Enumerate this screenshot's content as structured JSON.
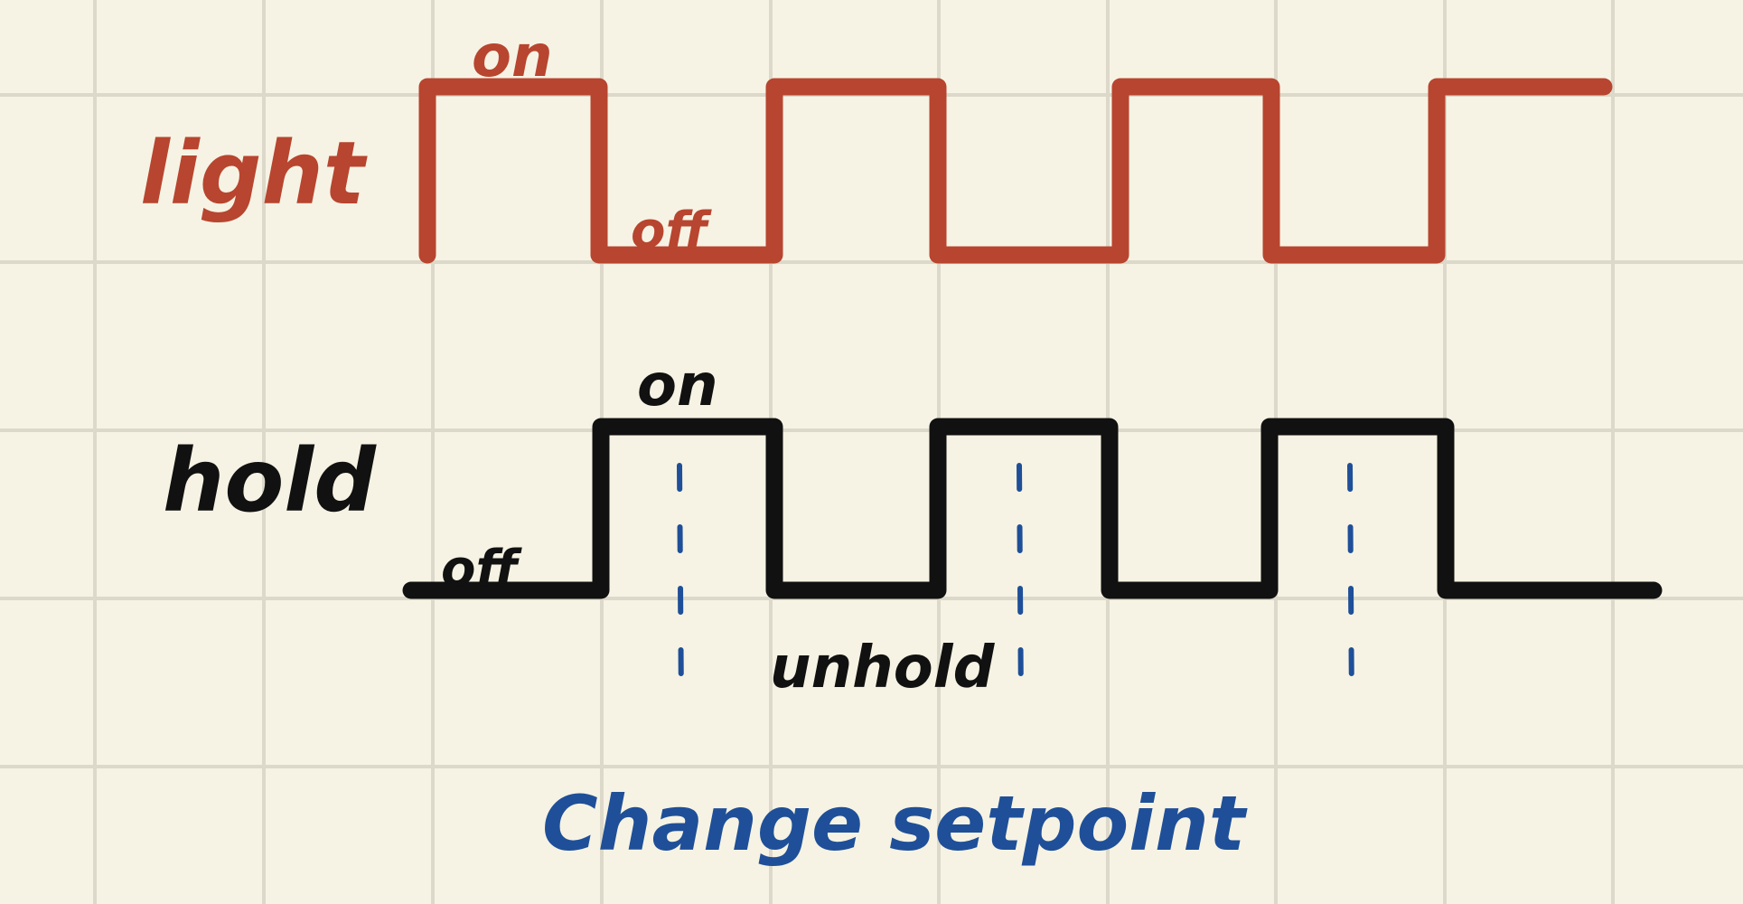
{
  "colors": {
    "paper": "#f6f3e4",
    "grid": "#dcd9ca",
    "light_wave": "#b8452f",
    "hold_wave": "#111111",
    "marker": "#1f4f98"
  },
  "light": {
    "label": "light",
    "on_label": "on",
    "off_label": "off",
    "sequence": [
      "off",
      "on",
      "off",
      "on",
      "off",
      "on",
      "off",
      "on"
    ]
  },
  "hold": {
    "label": "hold",
    "on_label": "on",
    "off_label": "off",
    "unhold_label": "unhold",
    "sequence": [
      "off",
      "on",
      "off",
      "on",
      "off",
      "on",
      "off"
    ]
  },
  "setpoint": {
    "label": "Change setpoint",
    "marker_count": 3
  }
}
